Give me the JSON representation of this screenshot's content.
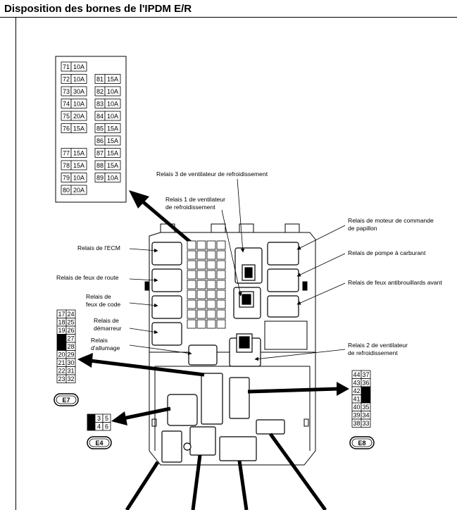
{
  "title": "Disposition des bornes de l'IPDM E/R",
  "fuses": [
    {
      "no": "71",
      "amp": "10A"
    },
    {
      "no": "72",
      "amp": "10A"
    },
    {
      "no": "73",
      "amp": "30A"
    },
    {
      "no": "74",
      "amp": "10A"
    },
    {
      "no": "75",
      "amp": "20A"
    },
    {
      "no": "76",
      "amp": "15A"
    },
    {
      "no": "77",
      "amp": "15A"
    },
    {
      "no": "78",
      "amp": "15A"
    },
    {
      "no": "79",
      "amp": "10A"
    },
    {
      "no": "80",
      "amp": "20A"
    },
    {
      "no": "81",
      "amp": "15A"
    },
    {
      "no": "82",
      "amp": "10A"
    },
    {
      "no": "83",
      "amp": "10A"
    },
    {
      "no": "84",
      "amp": "10A"
    },
    {
      "no": "85",
      "amp": "15A"
    },
    {
      "no": "86",
      "amp": "15A"
    },
    {
      "no": "87",
      "amp": "15A"
    },
    {
      "no": "88",
      "amp": "15A"
    },
    {
      "no": "89",
      "amp": "10A"
    }
  ],
  "labels": {
    "ventil3": "Relais 3 de ventilateur de refroidissement",
    "ventil1_l1": "Relais 1 de ventilateur",
    "ventil1_l2": "de refroidissement",
    "moteur_l1": "Relais de moteur de commande",
    "moteur_l2": "de papillon",
    "pompe": "Relais de pompe à carburant",
    "antibrouillard": "Relais de feux antibrouillards avant",
    "ventil2_l1": "Relais 2 de ventilateur",
    "ventil2_l2": "de refroidissement",
    "ecm": "Relais de l'ECM",
    "route": "Relais de feux de route",
    "code_l1": "Relais de",
    "code_l2": "feux de code",
    "demarreur_l1": "Relais de",
    "demarreur_l2": "démarreur",
    "allumage_l1": "Relais",
    "allumage_l2": "d'allumage"
  },
  "connectors": {
    "e7": {
      "name": "E7",
      "pins": [
        "17",
        "24",
        "18",
        "25",
        "19",
        "26",
        "",
        "27",
        "",
        "28",
        "20",
        "29",
        "21",
        "30",
        "22",
        "31",
        "23",
        "32"
      ]
    },
    "e8": {
      "name": "E8",
      "pins": [
        "44",
        "37",
        "43",
        "36",
        "42",
        "",
        "41",
        "",
        "40",
        "35",
        "39",
        "34",
        "38",
        "33"
      ]
    },
    "e4": {
      "name": "E4",
      "pins": [
        "",
        "3",
        "5",
        "",
        "4",
        "6"
      ]
    }
  },
  "colors": {
    "line": "#000000",
    "background": "#ffffff"
  }
}
